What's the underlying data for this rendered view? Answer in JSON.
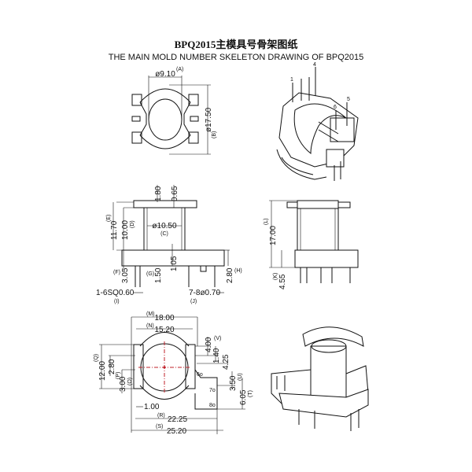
{
  "header": {
    "title": "BPQ2015主模具号骨架图纸",
    "subtitle": "THE MAIN MOLD NUMBER SKELETON DRAWING OF BPQ2015"
  },
  "top_view": {
    "dim_a": "ø9.10",
    "ref_a": "(A)",
    "dim_b": "ø17.50",
    "ref_b": "(B)"
  },
  "iso_top": {
    "pins": [
      "1",
      "4",
      "6",
      "5"
    ]
  },
  "front_view": {
    "dim_180": "1.80",
    "dim_065": "0.65",
    "dim_e": "11.70",
    "ref_e": "(E)",
    "dim_d": "10.00",
    "ref_d": "(D)",
    "dim_c": "ø10.50",
    "ref_c": "(C)",
    "dim_f": "3.05",
    "ref_f": "(F)",
    "dim_g": "1.50",
    "ref_g": "(G)",
    "dim_105": "1.05",
    "dim_h": "2.80",
    "ref_h": "(H)",
    "dim_i": "1-6SQ0.60",
    "ref_i": "(I)",
    "dim_j": "7-8ø0.70",
    "ref_j": "(J)"
  },
  "side_view": {
    "dim_l": "17.00",
    "ref_l": "(L)",
    "dim_k": "4.55",
    "ref_k": "(K)"
  },
  "bottom_view": {
    "dim_m": "18.00",
    "ref_m": "(M)",
    "dim_n": "15.20",
    "ref_n": "(N)",
    "dim_q": "12.00",
    "ref_q": "(Q)",
    "dim_p": "2.80",
    "ref_p": "(P)",
    "dim_o": "3.00",
    "ref_o": "(O)",
    "dim_100": "1.00",
    "dim_r": "22.25",
    "ref_r": "(R)",
    "dim_s": "25.20",
    "ref_s": "(S)",
    "dim_v": "4.00",
    "ref_v": "(V)",
    "dim_140": "1.40",
    "dim_425": "4.25",
    "dim_u": "3.50",
    "ref_u": "(U)",
    "dim_t": "6.05",
    "ref_t": "(T)",
    "pin_6": "6o",
    "pin_7": "7o",
    "pin_8": "8o"
  }
}
